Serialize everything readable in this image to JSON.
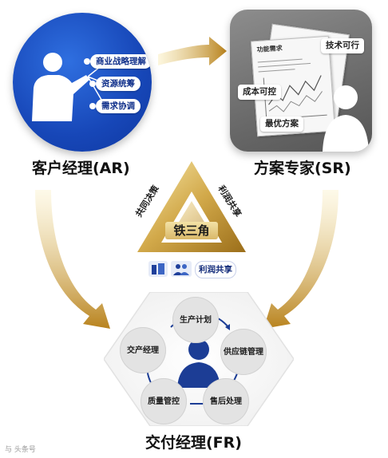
{
  "ar": {
    "title": "客户经理(AR)",
    "tags": [
      "商业战略理解",
      "资源统筹",
      "需求协调"
    ]
  },
  "sr": {
    "title": "方案专家(SR)",
    "doc_heading": "功能需求",
    "tags": [
      "技术可行",
      "成本可控",
      "最优方案"
    ]
  },
  "center": {
    "badge": "铁三角",
    "left_side": "共同决策",
    "right_side": "利润共享",
    "bottom_label": "利润共享"
  },
  "fr": {
    "title": "交付经理(FR)",
    "nodes": [
      "生产计划",
      "供应链管理",
      "售后处理",
      "质量管控",
      "交产经理"
    ]
  },
  "watermark": "与 头条号"
}
